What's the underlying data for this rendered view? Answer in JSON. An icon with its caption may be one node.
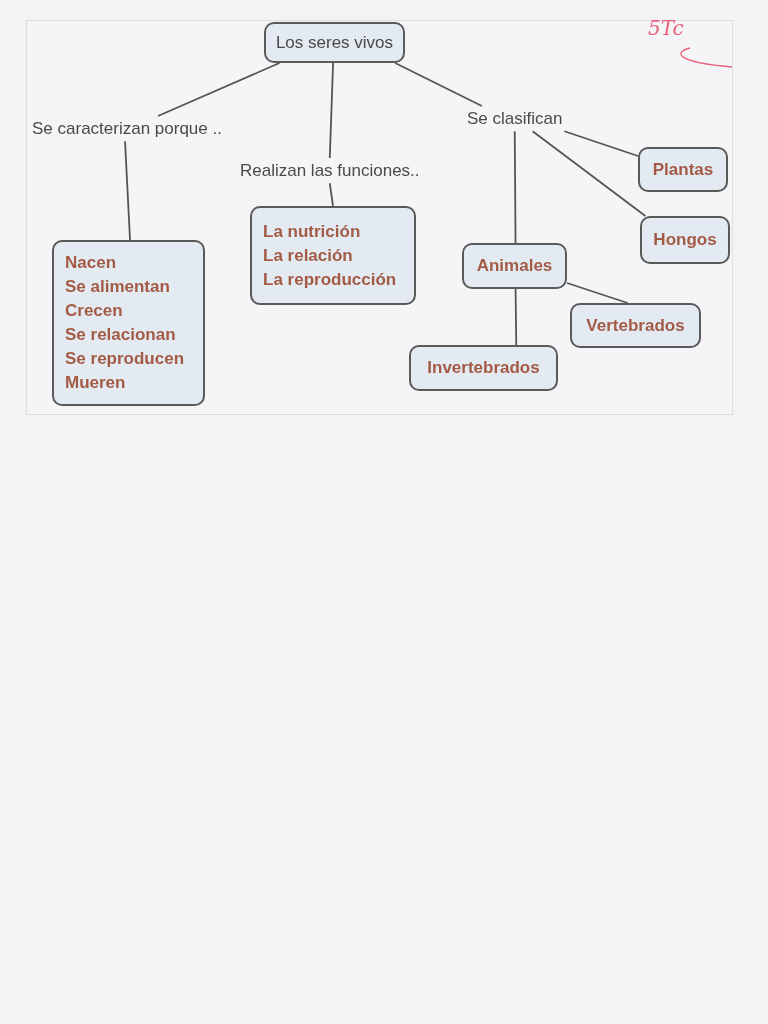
{
  "diagram": {
    "nodes": [
      {
        "text": [
          "Los seres vivos"
        ]
      },
      {
        "text": [
          "Se caracterizan porque .."
        ]
      },
      {
        "text": [
          "Realizan las funciones.."
        ]
      },
      {
        "text": [
          "Se clasifican"
        ]
      },
      {
        "text": [
          "Nacen",
          "Se alimentan",
          "Crecen",
          "Se relacionan",
          "Se reproducen",
          "Mueren"
        ]
      },
      {
        "text": [
          "La nutrición",
          "La relación",
          "La reproducción"
        ]
      },
      {
        "text": [
          "Plantas"
        ]
      },
      {
        "text": [
          "Hongos"
        ]
      },
      {
        "text": [
          "Animales"
        ]
      },
      {
        "text": [
          "Vertebrados"
        ]
      },
      {
        "text": [
          "Invertebrados"
        ]
      }
    ],
    "edges": [
      {
        "from": 0,
        "to": 1,
        "arrow": "none"
      },
      {
        "from": 0,
        "to": 2,
        "arrow": "none"
      },
      {
        "from": 0,
        "to": 3,
        "arrow": "none"
      },
      {
        "from": 1,
        "to": 4,
        "arrow": "none"
      },
      {
        "from": 2,
        "to": 5,
        "arrow": "none"
      },
      {
        "from": 3,
        "to": 6,
        "arrow": "none"
      },
      {
        "from": 3,
        "to": 7,
        "arrow": "none"
      },
      {
        "from": 3,
        "to": 8,
        "arrow": "none"
      },
      {
        "from": 8,
        "to": 9,
        "arrow": "none"
      },
      {
        "from": 8,
        "to": 10,
        "arrow": "none"
      }
    ],
    "labels": [
      "5Tc"
    ]
  }
}
